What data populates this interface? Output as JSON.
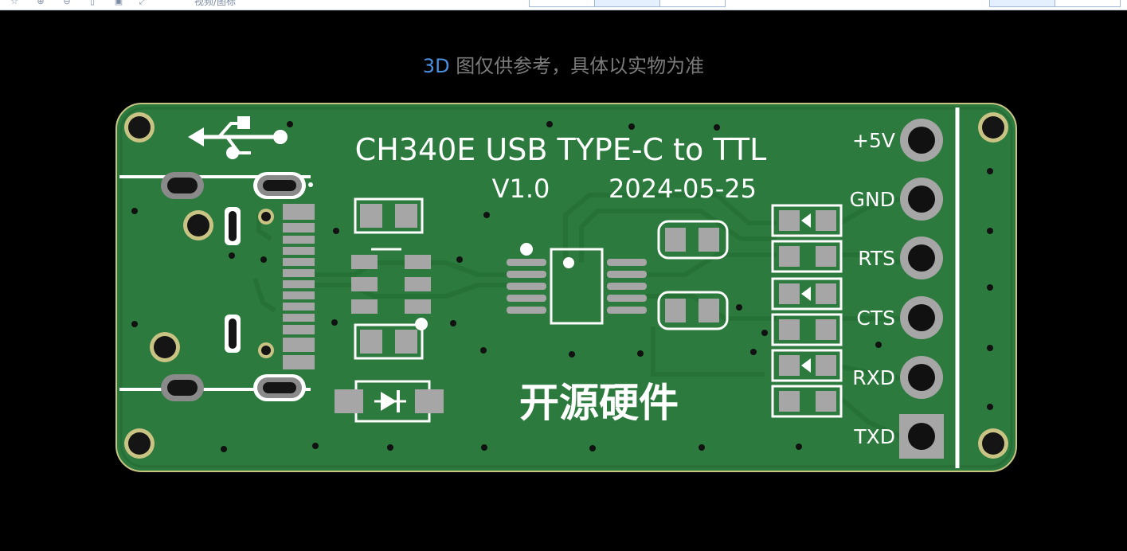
{
  "toolbar": {
    "icons": [
      "star-icon",
      "zoom-in-icon",
      "zoom-out-icon",
      "delete-icon",
      "image-icon",
      "fit-icon"
    ],
    "label": "视频/图标"
  },
  "notice": {
    "accent": "3D",
    "text": "图仅供参考，具体以实物为准"
  },
  "pcb": {
    "title": "CH340E USB TYPE-C to TTL",
    "version": "V1.0",
    "date": "2024-05-25",
    "brand": "开源硬件",
    "pins": [
      "+5V",
      "GND",
      "RTS",
      "CTS",
      "RXD",
      "TXD"
    ],
    "colors": {
      "board": "#2c7a3e",
      "pad": "#a6a6a6",
      "silk": "#ffffff",
      "edge": "#c9c384",
      "accent": "#4a8fe0"
    }
  }
}
